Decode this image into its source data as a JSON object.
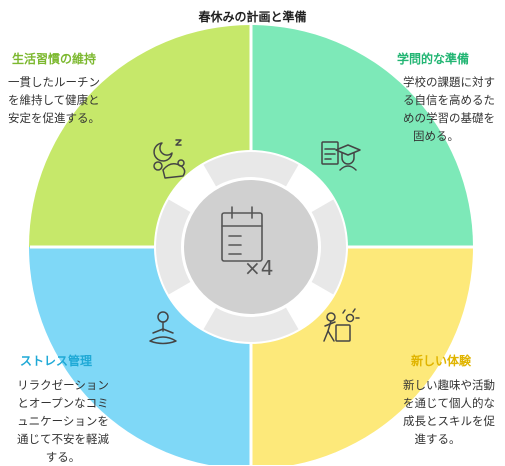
{
  "title": "春休みの計画と準備",
  "colors": {
    "top_left": "#c6e86a",
    "top_right": "#7de9b8",
    "bottom_left": "#7fd8f7",
    "bottom_right": "#fde97a",
    "inner_ring": "#e8e8e8",
    "center": "#d0d0d0",
    "heading_top_left": "#7cb82f",
    "heading_top_right": "#22b573",
    "heading_bottom_left": "#1fa9d6",
    "heading_bottom_right": "#e0b400"
  },
  "center": {
    "icon": "calendar-icon",
    "label": "×4"
  },
  "quadrants": {
    "top_left": {
      "heading": "生活習慣の維持",
      "lines": [
        "一貫したルーチン",
        "を維持して健康と",
        "安定を促進する。"
      ],
      "icon": "sleep-routine-icon"
    },
    "top_right": {
      "heading": "学問的な準備",
      "lines": [
        "学校の課題に対す",
        "る自信を高めるた",
        "めの学習の基礎を",
        "固める。"
      ],
      "icon": "study-graduation-icon"
    },
    "bottom_left": {
      "heading": "ストレス管理",
      "lines": [
        "リラクゼーション",
        "とオープンなコミ",
        "ュニケーションを",
        "通じて不安を軽減",
        "する。"
      ],
      "icon": "meditation-icon"
    },
    "bottom_right": {
      "heading": "新しい体験",
      "lines": [
        "新しい趣味や活動",
        "を通じて個人的な",
        "成長とスキルを促",
        "進する。"
      ],
      "icon": "activity-painting-icon"
    }
  }
}
